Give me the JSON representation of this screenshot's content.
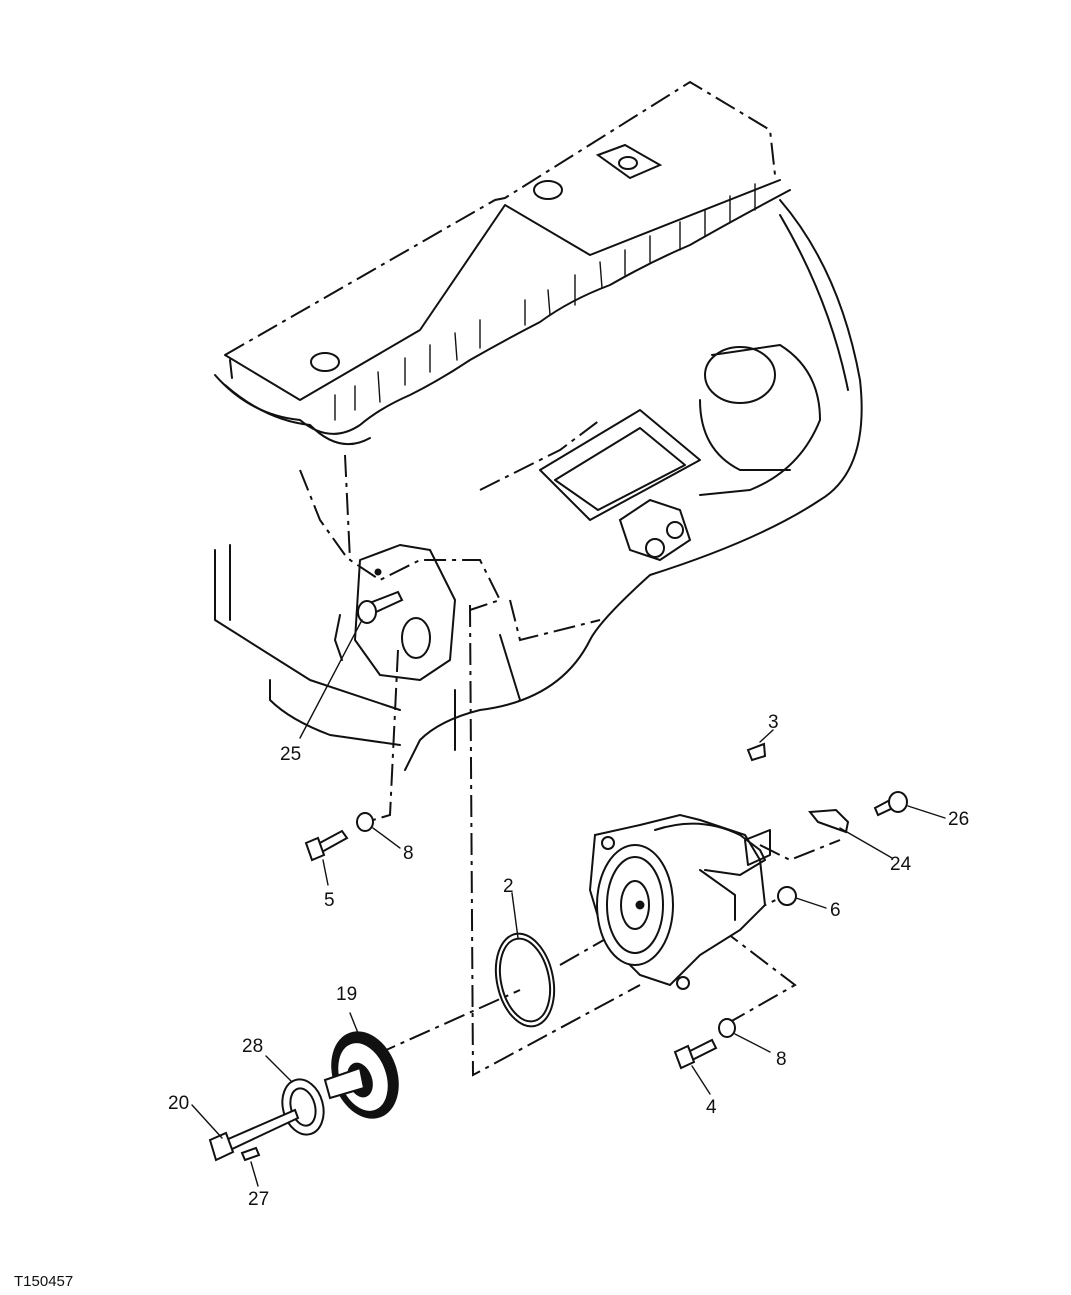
{
  "figure_id": "T150457",
  "callouts": [
    {
      "label": "2"
    },
    {
      "label": "3"
    },
    {
      "label": "4"
    },
    {
      "label": "5"
    },
    {
      "label": "6"
    },
    {
      "label": "8"
    },
    {
      "label": "8"
    },
    {
      "label": "19"
    },
    {
      "label": "20"
    },
    {
      "label": "24"
    },
    {
      "label": "25"
    },
    {
      "label": "26"
    },
    {
      "label": "27"
    },
    {
      "label": "28"
    }
  ]
}
